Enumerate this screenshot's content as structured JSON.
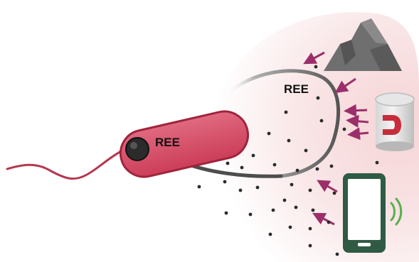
{
  "labels": {
    "ree_in_cell": "REE",
    "ree_environment": "REE"
  },
  "icons": [
    "bacterium",
    "flagellum",
    "ree-particle",
    "mountain-rock-icon",
    "magnet-drum-icon",
    "smartphone-icon",
    "wifi-signal-icon",
    "uptake-arrow",
    "inflow-arrow"
  ],
  "colors": {
    "background_glow": "#f6d4d6",
    "bacterium_body": "#d94a64",
    "bacterium_outline": "#a0243c",
    "flagellum": "#b5374f",
    "particle": "#2b2b2b",
    "uptake_arrow": "#4d4d4d",
    "inflow_arrow": "#9b2f6a",
    "phone_frame": "#2f5a44",
    "signal": "#58b04c",
    "rock": "#6f6f6f",
    "magnet": "#c72d3a"
  }
}
